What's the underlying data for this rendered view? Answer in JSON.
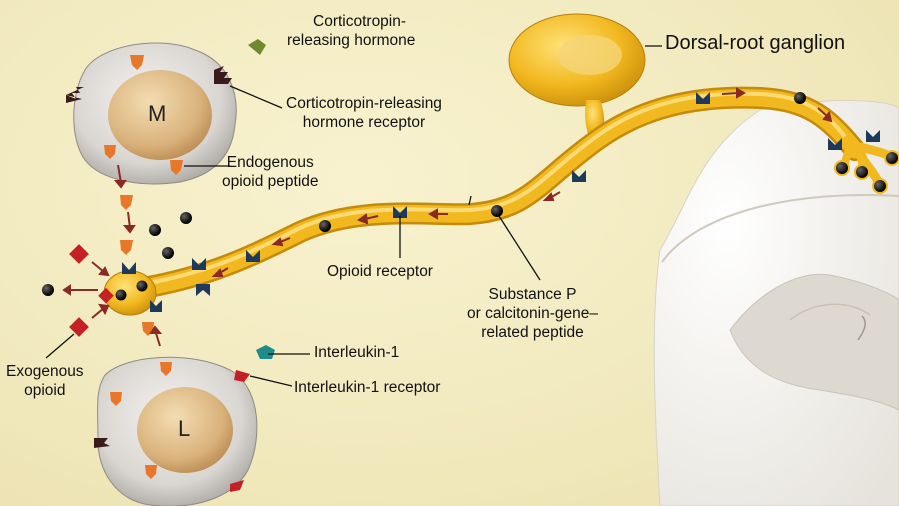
{
  "labels": {
    "crh": [
      "Corticotropin-",
      "releasing hormone"
    ],
    "crh_receptor": [
      "Corticotropin-releasing",
      "hormone receptor"
    ],
    "endogenous_opioid": [
      "Endogenous",
      "opioid peptide"
    ],
    "opioid_receptor": "Opioid receptor",
    "substance_p": [
      "Substance P",
      "or calcitonin-gene–",
      "related peptide"
    ],
    "interleukin": "Interleukin-1",
    "interleukin_receptor": "Interleukin-1 receptor",
    "exogenous_opioid": [
      "Exogenous",
      "opioid"
    ],
    "drg": "Dorsal-root ganglion",
    "cell_m": "M",
    "cell_l": "L"
  },
  "colors": {
    "background": "#f3edc2",
    "neuron": "#f2b81f",
    "opioid_receptor": "#1d3a5c",
    "crh_receptor": "#3a1a1a",
    "endogenous_opioid": "#e8772a",
    "exogenous_opioid": "#c42026",
    "interleukin": "#1f8c8a",
    "crh": "#6f8a2e",
    "substance_p": "#111111"
  }
}
